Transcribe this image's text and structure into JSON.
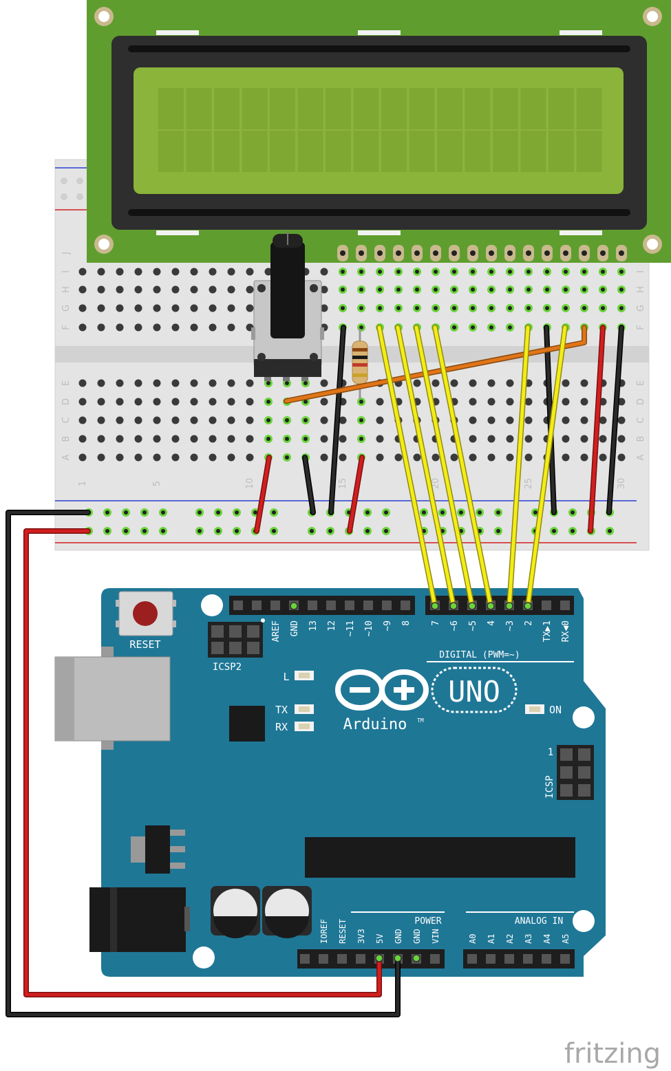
{
  "breadboard": {
    "columns_top": [
      "1",
      "5",
      "10",
      "15",
      "20",
      "25",
      "30"
    ],
    "row_letters_top": [
      "J",
      "I",
      "H",
      "G",
      "F"
    ],
    "row_letters_bottom": [
      "E",
      "D",
      "C",
      "B",
      "A"
    ]
  },
  "arduino": {
    "reset_label": "RESET",
    "icsp2_label": "ICSP2",
    "icsp_label": "ICSP",
    "icsp_pin1": "1",
    "digital_header_labels": [
      "AREF",
      "GND",
      "13",
      "12",
      "~11",
      "~10",
      "~9",
      "8",
      "7",
      "~6",
      "~5",
      "4",
      "~3",
      "2",
      "TX▶1",
      "RX◀0"
    ],
    "digital_title": "DIGITAL (PWM=~)",
    "led_l": "L",
    "led_tx": "TX",
    "led_rx": "RX",
    "led_on": "ON",
    "logo_text": "Arduino",
    "logo_tm": "TM",
    "model": "UNO",
    "power_title": "POWER",
    "power_labels": [
      "IOREF",
      "RESET",
      "3V3",
      "5V",
      "GND",
      "GND",
      "VIN"
    ],
    "analog_title": "ANALOG IN",
    "analog_labels": [
      "A0",
      "A1",
      "A2",
      "A3",
      "A4",
      "A5"
    ]
  },
  "watermark": "fritzing",
  "colors": {
    "lcd_pcb": "#5f9e2e",
    "lcd_screen": "#8ab43a",
    "arduino_board": "#1f7796",
    "wire_red": "#d11f1f",
    "wire_black": "#1a1a1a",
    "wire_yellow": "#f3ec18",
    "wire_orange": "#e07518"
  }
}
